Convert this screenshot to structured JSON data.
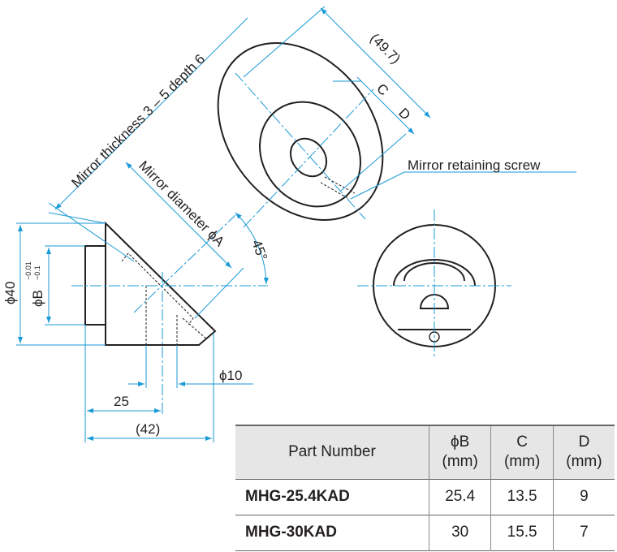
{
  "drawing": {
    "labels": {
      "mirror_thickness": "Mirror thickness 3 – 5 depth 6",
      "mirror_diameter": "Mirror diameter ϕA",
      "angle": "45°",
      "dia40": "ϕ40",
      "diaB": "ϕB",
      "diaB_tol_upper": "−0.01",
      "diaB_tol_lower": "−0.1",
      "dia10": "ϕ10",
      "dim25": "25",
      "dim42": "(42)",
      "dim49_7": "(49.7)",
      "dimC": "C",
      "dimD": "D",
      "retaining_screw": "Mirror retaining screw"
    },
    "colors": {
      "dimension": "#1a9ad6",
      "outline": "#231f20",
      "table_header": "#e6e6e6"
    }
  },
  "table": {
    "headers": [
      {
        "line1": "Part Number",
        "line2": ""
      },
      {
        "line1": "ϕB",
        "line2": "(mm)"
      },
      {
        "line1": "C",
        "line2": "(mm)"
      },
      {
        "line1": "D",
        "line2": "(mm)"
      }
    ],
    "rows": [
      {
        "part": "MHG-25.4KAD",
        "b": "25.4",
        "c": "13.5",
        "d": "9"
      },
      {
        "part": "MHG-30KAD",
        "b": "30",
        "c": "15.5",
        "d": "7"
      }
    ]
  }
}
